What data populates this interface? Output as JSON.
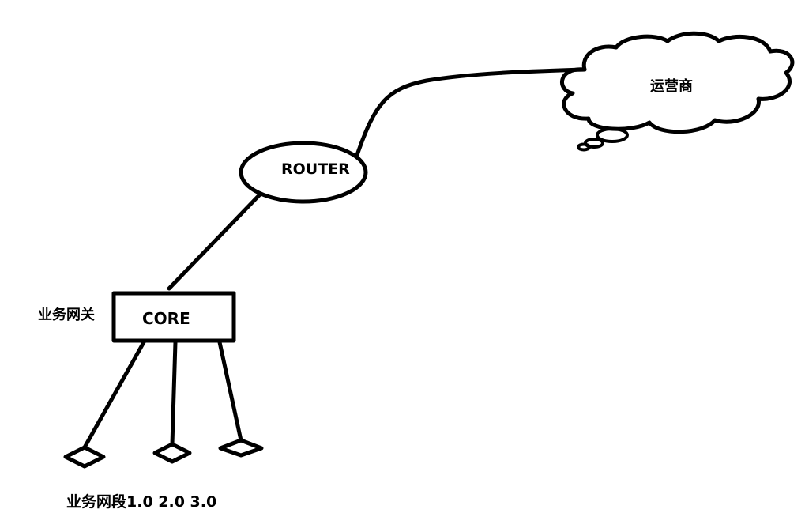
{
  "nodes": {
    "cloud": {
      "label": "运营商"
    },
    "router": {
      "label": "ROUTER"
    },
    "core": {
      "label": "CORE",
      "side_label": "业务网关"
    }
  },
  "segments_label": "业务网段1.0 2.0 3.0"
}
